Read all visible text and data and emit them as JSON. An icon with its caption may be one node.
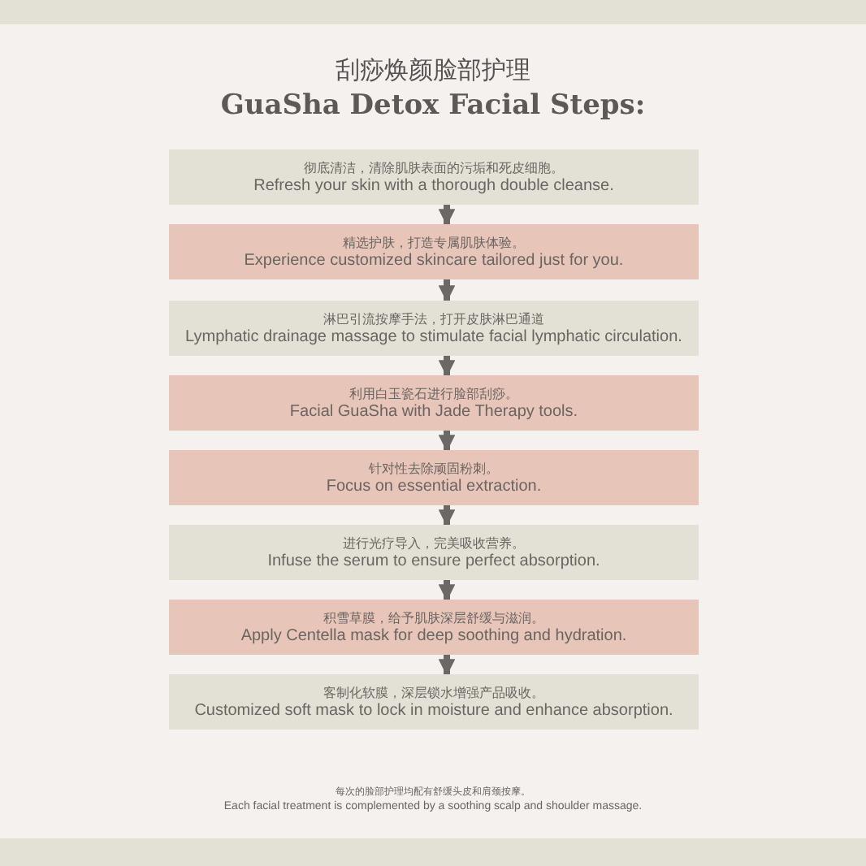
{
  "diagram": {
    "title": "刮痧焕颜脸部护理",
    "nodes": [
      {
        "text": [
          "彻底清洁，清除肌肤表面的污垢和死皮细胞。",
          "Refresh your skin with a thorough double cleanse."
        ]
      },
      {
        "text": [
          "精选护肤，打造专属肌肤体验。",
          "Experience customized skincare tailored just for you."
        ]
      },
      {
        "text": [
          "淋巴引流按摩手法，打开皮肤淋巴通道",
          "Lymphatic drainage massage to stimulate facial lymphatic circulation."
        ]
      },
      {
        "text": [
          "利用白玉瓷石进行脸部刮痧。",
          "Facial GuaSha with Jade Therapy tools."
        ]
      },
      {
        "text": [
          "针对性去除顽固粉刺。",
          "Focus on essential extraction."
        ]
      },
      {
        "text": [
          "进行光疗导入，完美吸收营养。",
          "Infuse the serum to ensure perfect absorption."
        ]
      },
      {
        "text": [
          "积雪草膜，给予肌肤深层舒缓与滋润。",
          "Apply Centella mask for deep soothing and hydration."
        ]
      },
      {
        "text": [
          "客制化软膜，深层锁水增强产品吸收。",
          "Customized soft mask to lock in moisture and enhance absorption."
        ]
      }
    ],
    "edges": [
      {
        "from": 0,
        "to": 1,
        "arrow": "to"
      },
      {
        "from": 1,
        "to": 2,
        "arrow": "to"
      },
      {
        "from": 2,
        "to": 3,
        "arrow": "to"
      },
      {
        "from": 3,
        "to": 4,
        "arrow": "to"
      },
      {
        "from": 4,
        "to": 5,
        "arrow": "to"
      },
      {
        "from": 5,
        "to": 6,
        "arrow": "to"
      },
      {
        "from": 6,
        "to": 7,
        "arrow": "to"
      }
    ],
    "labels": [
      "GuaSha Detox Facial Steps:",
      "每次的脸部护理均配有舒缓头皮和肩颈按摩。",
      "Each facial treatment is complemented by a soothing scalp and shoulder massage."
    ]
  }
}
